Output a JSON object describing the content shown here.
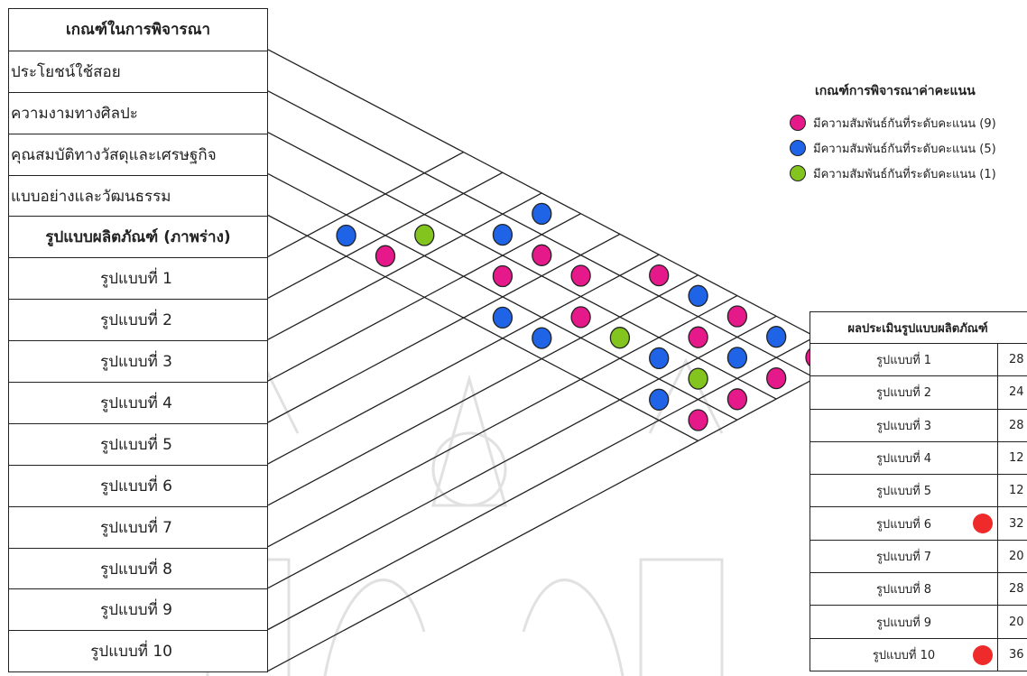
{
  "left_table": {
    "header": "เกณฑ์ในการพิจารณา",
    "criteria": [
      "ประโยชน์ใช้สอย",
      "ความงามทางศิลปะ",
      "คุณสมบัติทางวัสดุและเศรษฐกิจ",
      "แบบอย่างและวัฒนธรรม"
    ],
    "designs_header": "รูปแบบผลิตภัณฑ์ (ภาพร่าง)",
    "designs": [
      "รูปแบบที่ 1",
      "รูปแบบที่ 2",
      "รูปแบบที่ 3",
      "รูปแบบที่ 4",
      "รูปแบบที่ 5",
      "รูปแบบที่ 6",
      "รูปแบบที่ 7",
      "รูปแบบที่ 8",
      "รูปแบบที่ 9",
      "รูปแบบที่ 10"
    ]
  },
  "legend": {
    "title": "เกณฑ์การพิจารณาค่าคะแนน",
    "items": [
      {
        "label": "มีความสัมพันธ์กันที่ระดับคะแนน (9)",
        "color": "#e5198a",
        "level": 9
      },
      {
        "label": "มีความสัมพันธ์กันที่ระดับคะแนน (5)",
        "color": "#1f63e6",
        "level": 5
      },
      {
        "label": "มีความสัมพันธ์กันที่ระดับคะแนน (1)",
        "color": "#83c41f",
        "level": 1
      }
    ]
  },
  "matrix": {
    "comment": "relationship level per design (rows) x criterion (cols), 0 = none",
    "relations": [
      [
        0,
        0,
        0,
        5
      ],
      [
        0,
        0,
        1,
        9
      ],
      [
        5,
        5,
        0,
        0
      ],
      [
        0,
        9,
        9,
        0
      ],
      [
        0,
        9,
        0,
        5
      ],
      [
        9,
        0,
        9,
        5
      ],
      [
        5,
        0,
        1,
        0
      ],
      [
        9,
        9,
        5,
        0
      ],
      [
        5,
        5,
        1,
        5
      ],
      [
        9,
        9,
        9,
        9
      ]
    ]
  },
  "results": {
    "header": "ผลประเมินรูปแบบผลิตภัณฑ์",
    "rows": [
      {
        "label": "รูปแบบที่ 1",
        "score": "28",
        "selected": false
      },
      {
        "label": "รูปแบบที่ 2",
        "score": "24",
        "selected": false
      },
      {
        "label": "รูปแบบที่ 3",
        "score": "28",
        "selected": false
      },
      {
        "label": "รูปแบบที่ 4",
        "score": "12",
        "selected": false
      },
      {
        "label": "รูปแบบที่ 5",
        "score": "12",
        "selected": false
      },
      {
        "label": "รูปแบบที่ 6",
        "score": "32",
        "selected": true
      },
      {
        "label": "รูปแบบที่ 7",
        "score": "20",
        "selected": false
      },
      {
        "label": "รูปแบบที่ 8",
        "score": "28",
        "selected": false
      },
      {
        "label": "รูปแบบที่ 9",
        "score": "20",
        "selected": false
      },
      {
        "label": "รูปแบบที่ 10",
        "score": "36",
        "selected": true
      }
    ],
    "selected_color": "#ef2a2a"
  }
}
